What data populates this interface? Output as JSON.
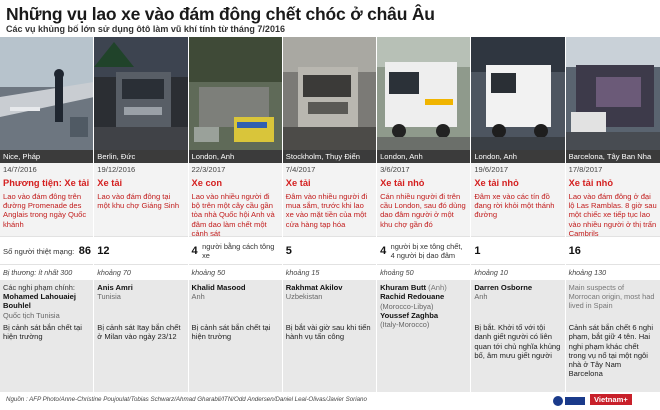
{
  "header": {
    "title": "Những vụ lao xe vào đám đông chết chóc ở châu Âu",
    "subtitle": "Các vụ khủng bố lớn sử dụng ôtô làm vũ khí tính từ tháng 7/2016"
  },
  "columns": [
    {
      "place": "Nice, Pháp",
      "date": "14/7/2016",
      "vehicle": "Phương tiện: Xe tải",
      "desc": "Lao vào đám đông trên đường Promenade des Anglais trong ngày Quốc khánh",
      "deaths_label": "Số người thiệt mạng:",
      "deaths_num": "86",
      "deaths_text": "",
      "injured": "Bị thương: ít nhất 300",
      "perp_label": "Các nghi phạm chính:",
      "perp_name": "Mohamed Lahouaiej Bouhlel",
      "perp_name_extra": "",
      "perp_nat": "Quốc tịch Tunisia",
      "perp_grey": "",
      "fate": "Bị cảnh sát bắn chết tại hiện trường"
    },
    {
      "place": "Berlin, Đức",
      "date": "19/12/2016",
      "vehicle": "Xe tải",
      "desc": "Lao vào đám đông tại một khu chợ Giáng Sinh",
      "deaths_label": "",
      "deaths_num": "12",
      "deaths_text": "",
      "injured": "khoảng 70",
      "perp_label": "",
      "perp_name": "Anis Amri",
      "perp_name_extra": "",
      "perp_nat": "Tunisia",
      "perp_grey": "",
      "fate": "Bị cảnh sát Itay bắn chết ở Milan vào ngày 23/12"
    },
    {
      "place": "London, Anh",
      "date": "22/3/2017",
      "vehicle": "Xe con",
      "desc": "Lao vào nhiều người đi bộ trên một cây cầu gần tòa nhà Quốc hội Anh và đâm dao làm chết một cảnh sát",
      "deaths_label": "",
      "deaths_num": "4",
      "deaths_text": "người bằng cách tông xe",
      "injured": "khoảng 50",
      "perp_label": "",
      "perp_name": "Khalid Masood",
      "perp_name_extra": "",
      "perp_nat": "Anh",
      "perp_grey": "",
      "fate": "Bị cảnh sát bắn chết tại hiện trường"
    },
    {
      "place": "Stockholm, Thụy Điển",
      "date": "7/4/2017",
      "vehicle": "Xe tải",
      "desc": "Đâm vào nhiều người đi mua sắm, trước khi lao xe vào mặt tiền của một cửa hàng tạp hóa",
      "deaths_label": "",
      "deaths_num": "5",
      "deaths_text": "",
      "injured": "khoảng 15",
      "perp_label": "",
      "perp_name": "Rakhmat Akilov",
      "perp_name_extra": "",
      "perp_nat": "Uzbekistan",
      "perp_grey": "",
      "fate": "Bị bắt vài giờ sau khi tiến hành vụ tấn công"
    },
    {
      "place": "London, Anh",
      "date": "3/6/2017",
      "vehicle": "Xe tải nhỏ",
      "desc": "Cán nhiều người đi trên cầu London, sau đó dùng dao đâm người ở một khu chợ gần đó",
      "deaths_label": "",
      "deaths_num": "4",
      "deaths_text": "người bị xe tông chết, 4 người bị dao đâm",
      "injured": "khoảng 50",
      "perp_label": "",
      "perp_name": "Khuram Butt",
      "perp_name_extra": "(Anh)",
      "perp_nat": "",
      "perp_grey": "",
      "perp_lines": [
        {
          "name": "Rachid Redouane",
          "nat": "(Morocco-Libya)"
        },
        {
          "name": "Youssef Zaghba",
          "nat": "(Italy-Morocco)"
        }
      ],
      "fate": ""
    },
    {
      "place": "London, Anh",
      "date": "19/6/2017",
      "vehicle": "Xe tải nhỏ",
      "desc": "Đâm xe vào các tín đồ đang rời khỏi một thánh đường",
      "deaths_label": "",
      "deaths_num": "1",
      "deaths_text": "",
      "injured": "khoảng 10",
      "perp_label": "",
      "perp_name": "Darren Osborne",
      "perp_name_extra": "",
      "perp_nat": "Anh",
      "perp_grey": "",
      "fate": "Bị bắt. Khởi tố với tội danh giết người có liên quan tới chủ nghĩa khủng bố, âm mưu giết người"
    },
    {
      "place": "Barcelona, Tây Ban Nha",
      "date": "17/8/2017",
      "vehicle": "Xe tải nhỏ",
      "desc": "Lao vào đám đông ở đại lộ Las Ramblas. 8 giờ sau một chiếc xe tiếp tục lao vào nhiều người ở thị trấn Cambrils",
      "deaths_label": "",
      "deaths_num": "16",
      "deaths_text": "",
      "injured": "khoảng 130",
      "perp_label": "",
      "perp_name": "",
      "perp_name_extra": "",
      "perp_nat": "",
      "perp_grey": "Main suspects of Morrocan origin, most had lived in Spain",
      "fate": "Cảnh sát bắn chết 6 nghi phạm, bắt giữ 4 tên. Hai nghi phạm khác chết trong vụ nổ tại một ngôi nhà ở Tây Nam Barcelona"
    }
  ],
  "footer": {
    "credit": "Nguồn : AFP Photo/Anne-Christine Poujoulat/Tobias Schwarz/Ahmad Gharabli/ITN/Odd Andersen/Daniel Leal-Olivas/Javier Soriano",
    "afp": "AFP Photo",
    "logo": "Vietnam+"
  },
  "colors": {
    "accent_red": "#d42020",
    "place_bar": "#3b3b3b",
    "perp_bg": "#e8e8e8",
    "logo_red": "#c8202a"
  }
}
